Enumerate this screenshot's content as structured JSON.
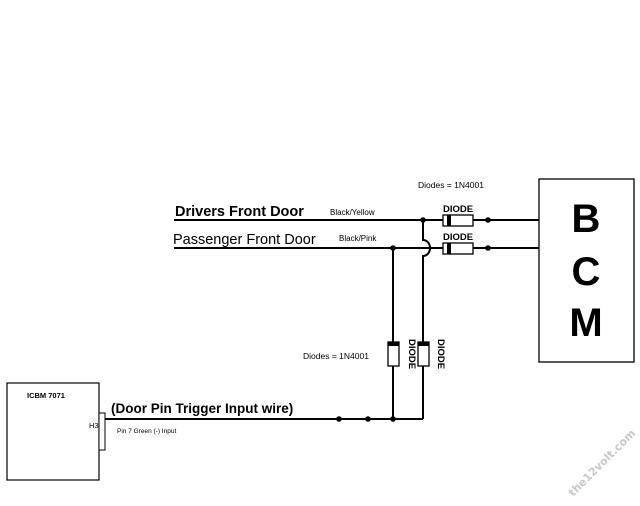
{
  "bcm": {
    "letters": [
      "B",
      "C",
      "M"
    ]
  },
  "wires": {
    "drivers": {
      "label": "Drivers Front Door",
      "color": "Black/Yellow"
    },
    "passenger": {
      "label": "Passenger Front Door",
      "color": "Black/Pink"
    },
    "trigger": {
      "label": "(Door Pin Trigger Input wire)",
      "pin": "Pin 7 Green (-) Input"
    }
  },
  "diodes": {
    "label": "DIODE",
    "spec_top": "Diodes = 1N4001",
    "spec_bottom": "Diodes = 1N4001"
  },
  "icbm": {
    "title": "ICBM 7071",
    "connector": "H3"
  },
  "watermark": "the12volt.com"
}
